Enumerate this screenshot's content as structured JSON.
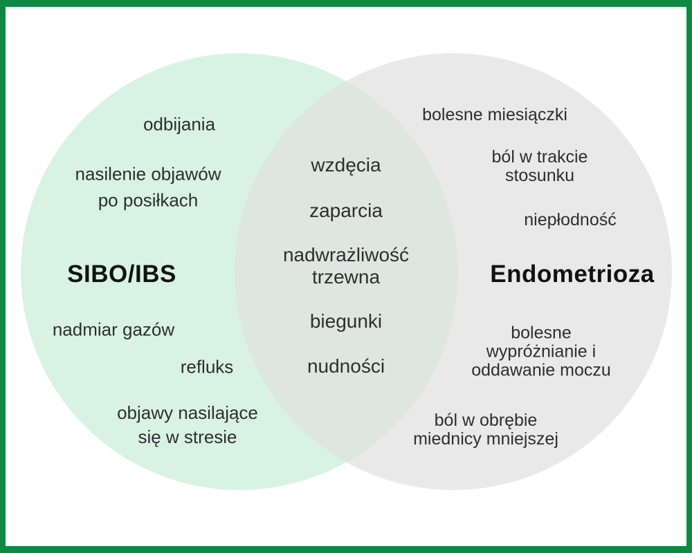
{
  "venn": {
    "colors": {
      "frame": "#0d8a42",
      "left_circle": "#d8f3e4",
      "right_circle": "#e9e9ea",
      "overlap": "#dde6df",
      "text": "#2e2e2e",
      "title_text": "#111111"
    },
    "left": {
      "title": "SIBO/IBS",
      "items": [
        "odbijania",
        "nasilenie objawów\npo posiłkach",
        "nadmiar gazów",
        "refluks",
        "objawy nasilające\nsię w stresie"
      ]
    },
    "middle": {
      "items": [
        "wzdęcia",
        "zaparcia",
        "nadwrażliwość\ntrzewna",
        "biegunki",
        "nudności"
      ]
    },
    "right": {
      "title": "Endometrioza",
      "items": [
        "bolesne miesiączki",
        "ból w trakcie\nstosunku",
        "niepłodność",
        "bolesne\nwypróżnianie i\noddawanie moczu",
        "ból w obrębie\nmiednicy mniejszej"
      ]
    }
  }
}
